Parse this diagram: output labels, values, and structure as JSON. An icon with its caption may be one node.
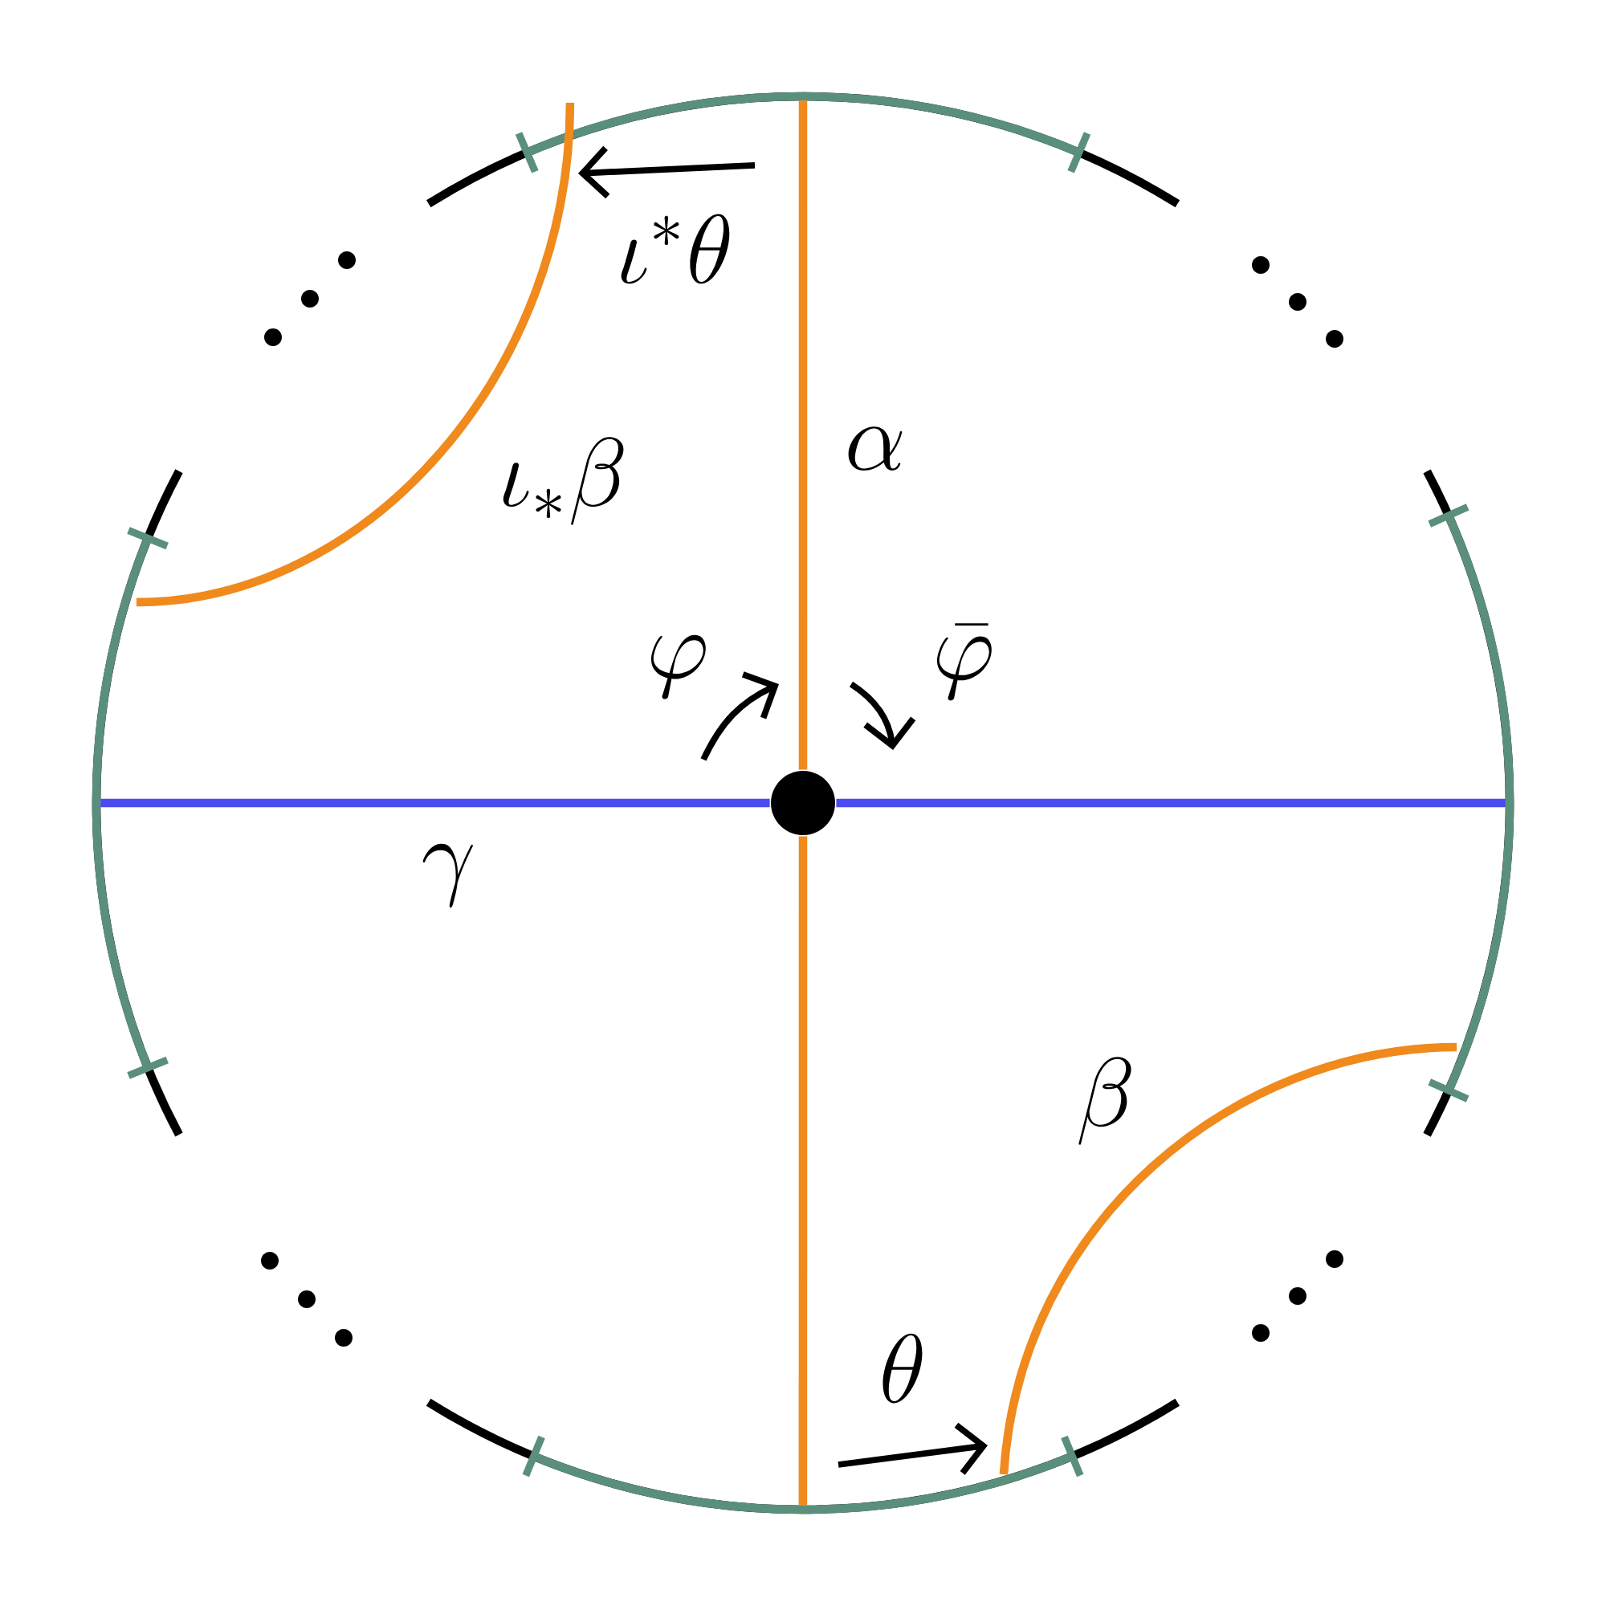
{
  "diagram": {
    "nodes": [
      {
        "text": [],
        "shape": "circle"
      },
      {
        "text": [],
        "shape": "arc"
      },
      {
        "text": [],
        "shape": "arc"
      },
      {
        "text": [],
        "shape": "arc"
      },
      {
        "text": [],
        "shape": "arc"
      }
    ],
    "edges": [
      {
        "from": 1,
        "to": 0,
        "arrow": "none",
        "color": "#f08a1c",
        "label": "\\alpha"
      },
      {
        "from": 4,
        "to": 0,
        "arrow": "none",
        "color": "#f08a1c"
      },
      {
        "from": 2,
        "to": 0,
        "arrow": "none",
        "color": "#4a4af0",
        "label": "\\gamma"
      },
      {
        "from": 3,
        "to": 0,
        "arrow": "none",
        "color": "#4a4af0"
      },
      {
        "from": 1,
        "to": 2,
        "arrow": "none",
        "color": "#f08a1c",
        "label": "\\iota_*\\beta"
      },
      {
        "from": 4,
        "to": 3,
        "arrow": "none",
        "color": "#f08a1c",
        "label": "\\beta"
      }
    ],
    "labels": [
      "\\iota^*\\theta",
      "\\varphi",
      "\\bar{\\varphi}",
      "\\theta"
    ]
  }
}
